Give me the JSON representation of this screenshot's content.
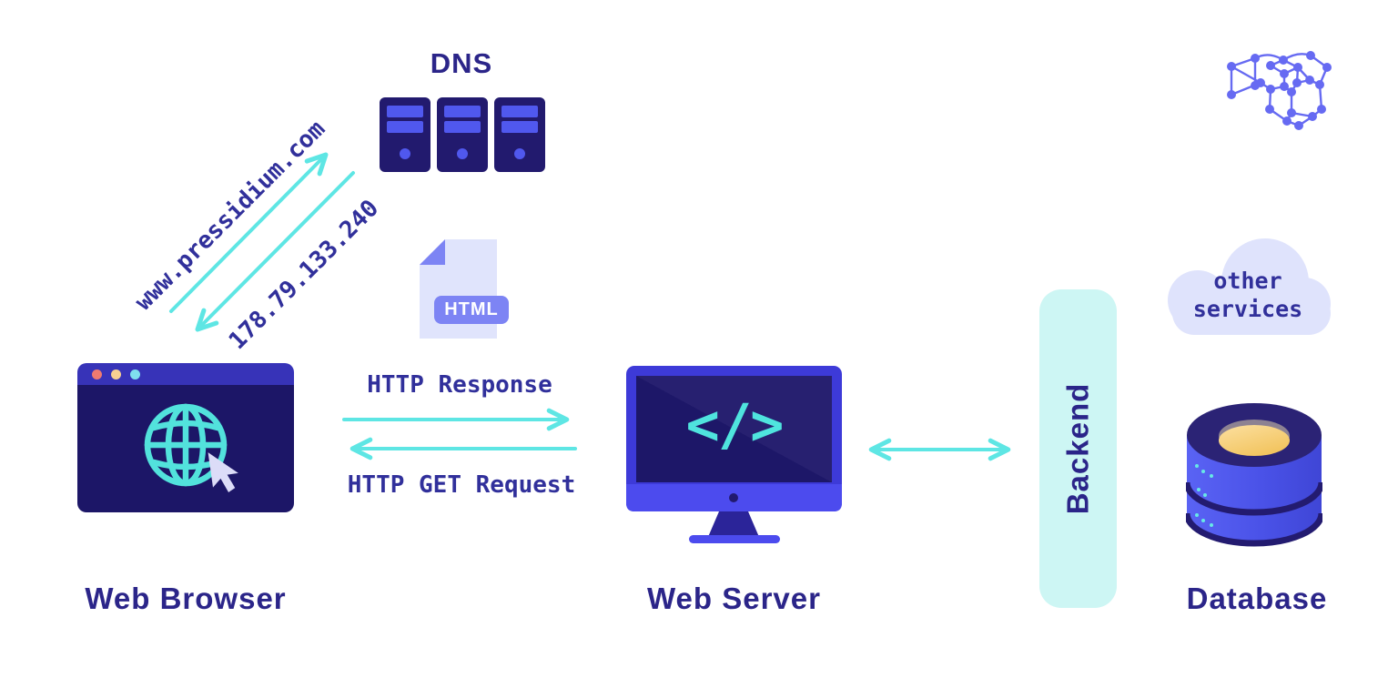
{
  "diagram": {
    "title_context": "Web request flow diagram",
    "dns": {
      "label": "DNS"
    },
    "browser": {
      "label": "Web Browser"
    },
    "server": {
      "label": "Web Server",
      "code_glyph": "</>"
    },
    "backend": {
      "label": "Backend"
    },
    "database": {
      "label": "Database"
    },
    "cloud": {
      "line1": "other",
      "line2": "services"
    },
    "html_file": {
      "badge": "HTML"
    },
    "flows": {
      "dns_query": "www.pressidium.com",
      "dns_answer": "178.79.133.240",
      "http_response": "HTTP Response",
      "http_request": "HTTP GET Request"
    },
    "icons": [
      "dns-server-icon",
      "html-file-icon",
      "browser-window-icon",
      "globe-icon",
      "cursor-icon",
      "monitor-icon",
      "code-icon",
      "cloud-icon",
      "database-icon",
      "network-lattice-icon",
      "arrow-icon"
    ],
    "colors": {
      "background": "#ffffff",
      "navy_icon": "#221a6e",
      "navy_screen": "#1c1667",
      "browser_titlebar": "#3733b8",
      "monitor_frame": "#3d3ad8",
      "monitor_chin": "#4c4bee",
      "stripe_blue": "#5058ee",
      "badge_blue": "#7d84f4",
      "page_lavender": "#e0e4fc",
      "cloud_lavender": "#dfe3fc",
      "cursor_lavender": "#dcdcf8",
      "arrow_cyan": "#5ee6e4",
      "backend_fill": "#cdf6f4",
      "text_sans": "#2b2589",
      "text_mono": "#31309b",
      "database_blue": "#4a52e8",
      "gold": "#f7cf76",
      "logo_blue": "#666af2",
      "dot_red": "#ee7a70",
      "dot_yellow": "#f6cf92",
      "dot_cyan": "#7fe0ee"
    }
  }
}
